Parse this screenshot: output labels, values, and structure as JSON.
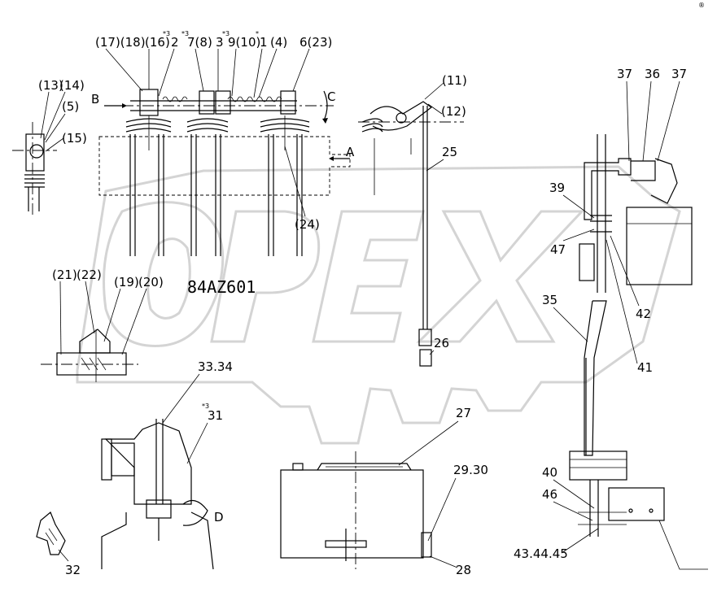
{
  "drawing": {
    "code": "84AZ601",
    "watermark": "OPEX",
    "corner_mark": "®"
  },
  "callouts": {
    "c1": "(17)(18)",
    "c2": "(16)",
    "c3": "2",
    "c4": "7(8)",
    "c5": "3",
    "c6": "9(10)",
    "c7": "1",
    "c8": "(4)",
    "c9": "6(23)",
    "c10": "(11)",
    "c11": "(12)",
    "c12": "(13)",
    "c13": "(14)",
    "c14": "(5)",
    "c15": "(15)",
    "c16": "25",
    "c17": "(24)",
    "c18": "37",
    "c19": "36",
    "c20": "37",
    "c21": "39",
    "c22": "47",
    "c23": "35",
    "c24": "42",
    "c25": "41",
    "c26": "(21)",
    "c27": "(22)",
    "c28": "(19)",
    "c29": "(20)",
    "c30": "26",
    "c31": "33.34",
    "c32": "31",
    "c33": "27",
    "c34": "29.30",
    "c35": "28",
    "c36": "32",
    "c37": "40",
    "c38": "46",
    "c39": "43.44.45"
  },
  "view_letters": {
    "B": "B",
    "C": "C",
    "A": "A",
    "D": "D"
  },
  "star_marks": {
    "s1": "*3",
    "s2": "*3",
    "s3": "*3",
    "s4": "*",
    "s5": "*3"
  }
}
